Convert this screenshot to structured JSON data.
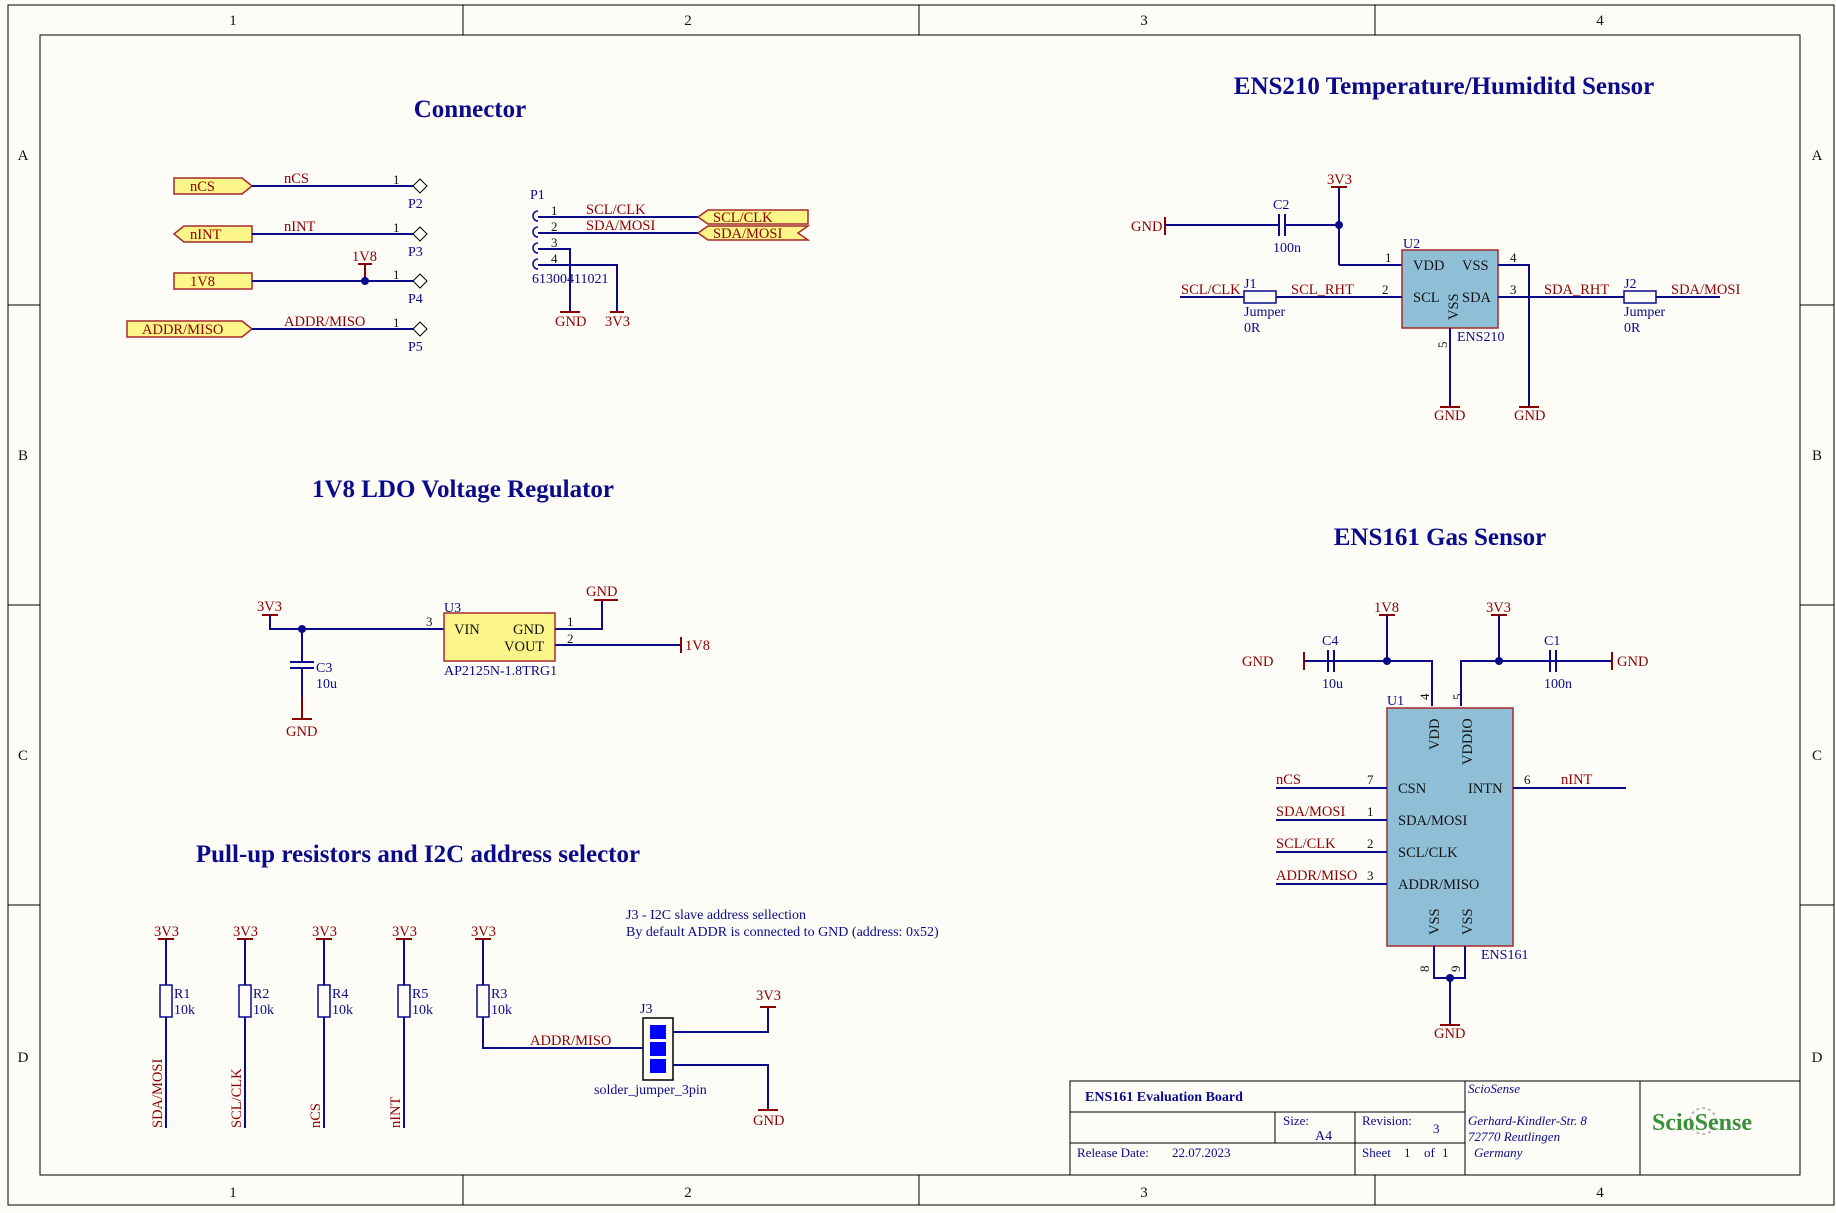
{
  "grid": {
    "cols": [
      "1",
      "2",
      "3",
      "4"
    ],
    "rows": [
      "A",
      "B",
      "C",
      "D"
    ]
  },
  "sections": {
    "connector": "Connector",
    "ens210": "ENS210 Temperature/Humiditd Sensor",
    "ldo": "1V8 LDO Voltage Regulator",
    "ens161": "ENS161 Gas Sensor",
    "pullup": "Pull-up resistors and I2C address selector"
  },
  "connector": {
    "ports": [
      {
        "label": "nCS",
        "net": "nCS",
        "pin": "1",
        "ref": "P2"
      },
      {
        "label": "nINT",
        "net": "nINT",
        "pin": "1",
        "ref": "P3"
      },
      {
        "label": "1V8",
        "net": "1V8",
        "pin": "1",
        "ref": "P4"
      },
      {
        "label": "ADDR/MISO",
        "net": "ADDR/MISO",
        "pin": "1",
        "ref": "P5"
      }
    ],
    "p1": {
      "ref": "P1",
      "part": "61300411021",
      "pins": [
        "1",
        "2",
        "3",
        "4"
      ],
      "nets": [
        "SCL/CLK",
        "SDA/MOSI"
      ],
      "ports": [
        "SCL/CLK",
        "SDA/MOSI"
      ],
      "power": [
        "GND",
        "3V3"
      ]
    }
  },
  "ens210": {
    "ref": "U2",
    "part": "ENS210",
    "pins": {
      "VDD": "VDD",
      "VSS": "VSS",
      "SCL": "SCL",
      "SDA": "SDA",
      "VSS2": "VSS"
    },
    "pin_nums": [
      "1",
      "4",
      "2",
      "3",
      "5"
    ],
    "c2": {
      "ref": "C2",
      "value": "100n"
    },
    "j1": {
      "ref": "J1",
      "type": "Jumper",
      "value": "0R"
    },
    "j2": {
      "ref": "J2",
      "type": "Jumper",
      "value": "0R"
    },
    "nets": {
      "scl_in": "SCL/CLK",
      "scl_rht": "SCL_RHT",
      "sda_rht": "SDA_RHT",
      "sda_out": "SDA/MOSI"
    },
    "power": {
      "v": "3V3",
      "gnd": "GND"
    }
  },
  "ldo": {
    "ref": "U3",
    "part": "AP2125N-1.8TRG1",
    "pins": {
      "vin": "VIN",
      "gnd": "GND",
      "vout": "VOUT"
    },
    "pin_nums": [
      "3",
      "1",
      "2"
    ],
    "c3": {
      "ref": "C3",
      "value": "10u"
    },
    "power": {
      "in": "3V3",
      "out": "1V8",
      "gnd": "GND"
    }
  },
  "ens161": {
    "ref": "U1",
    "part": "ENS161",
    "pins": {
      "vdd": "VDD",
      "vddio": "VDDIO",
      "csn": "CSN",
      "intn": "INTN",
      "sda": "SDA/MOSI",
      "scl": "SCL/CLK",
      "addr": "ADDR/MISO",
      "vss": "VSS"
    },
    "pin_nums": {
      "vdd": "4",
      "vddio": "5",
      "csn": "7",
      "intn": "6",
      "sda": "1",
      "scl": "2",
      "addr": "3",
      "vss1": "8",
      "vss2": "9"
    },
    "c4": {
      "ref": "C4",
      "value": "10u"
    },
    "c1": {
      "ref": "C1",
      "value": "100n"
    },
    "nets": {
      "ncs": "nCS",
      "nint": "nINT",
      "sda": "SDA/MOSI",
      "scl": "SCL/CLK",
      "addr": "ADDR/MISO"
    },
    "power": {
      "v18": "1V8",
      "v33": "3V3",
      "gnd": "GND"
    }
  },
  "pullups": {
    "power": "3V3",
    "resistors": [
      {
        "ref": "R1",
        "value": "10k",
        "net": "SDA/MOSI"
      },
      {
        "ref": "R2",
        "value": "10k",
        "net": "SCL/CLK"
      },
      {
        "ref": "R4",
        "value": "10k",
        "net": "nCS"
      },
      {
        "ref": "R5",
        "value": "10k",
        "net": "nINT"
      },
      {
        "ref": "R3",
        "value": "10k",
        "net": "ADDR/MISO"
      }
    ],
    "j3": {
      "ref": "J3",
      "part": "solder_jumper_3pin"
    },
    "note_line1": "J3 - I2C slave address sellection",
    "note_line2": "By default ADDR is connected to GND (address: 0x52)",
    "power_gnd": "GND"
  },
  "title_block": {
    "board": "ENS161 Evaluation Board",
    "size_label": "Size:",
    "size": "A4",
    "revision_label": "Revision:",
    "revision": "3",
    "release_label": "Release Date:",
    "release_date": "22.07.2023",
    "sheet_label": "Sheet",
    "sheet": "1",
    "of_label": "of",
    "of": "1",
    "company": "ScioSense",
    "address_line1": "Gerhard-Kindler-Str. 8",
    "address_line2": "72770 Reutlingen",
    "address_line3": "Germany",
    "logo": "SciоSense"
  },
  "colors": {
    "wire": "#0a0a8a",
    "power": "#8b0000",
    "ic_fill": "#8fbfd6",
    "port_fill": "#fbf58a",
    "title": "#0a0a8a"
  }
}
